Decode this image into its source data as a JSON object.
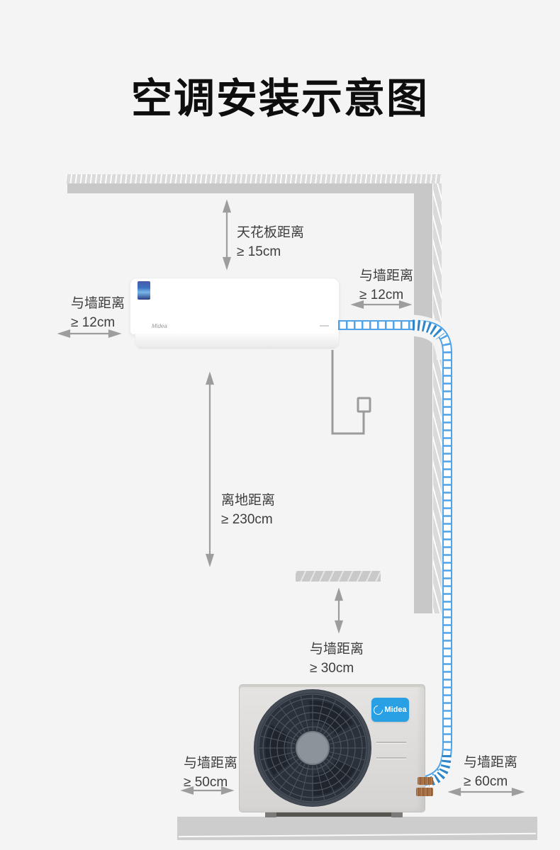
{
  "title": "空调安装示意图",
  "annotations": {
    "ceiling": {
      "label": "天花板距离",
      "value": "≥ 15cm"
    },
    "wall_left": {
      "label": "与墙距离",
      "value": "≥ 12cm"
    },
    "wall_right": {
      "label": "与墙距离",
      "value": "≥ 12cm"
    },
    "floor": {
      "label": "离地距离",
      "value": "≥ 230cm"
    },
    "above_outdoor": {
      "label": "与墙距离",
      "value": "≥ 30cm"
    },
    "outdoor_left": {
      "label": "与墙距离",
      "value": "≥ 50cm"
    },
    "outdoor_right": {
      "label": "与墙距离",
      "value": "≥ 60cm"
    }
  },
  "indoor_unit": {
    "brand": "Midea"
  },
  "outdoor_unit": {
    "brand": "Midea"
  },
  "colors": {
    "background": "#f4f4f5",
    "structure": "#c8c8c8",
    "pipe": "#4fa3e6",
    "pipe_joint": "#2f86cb",
    "arrow": "#9d9d9d",
    "label_text": "#3d3d3d",
    "badge_blue": "#2aa0e4",
    "copper": "#a9734a"
  }
}
